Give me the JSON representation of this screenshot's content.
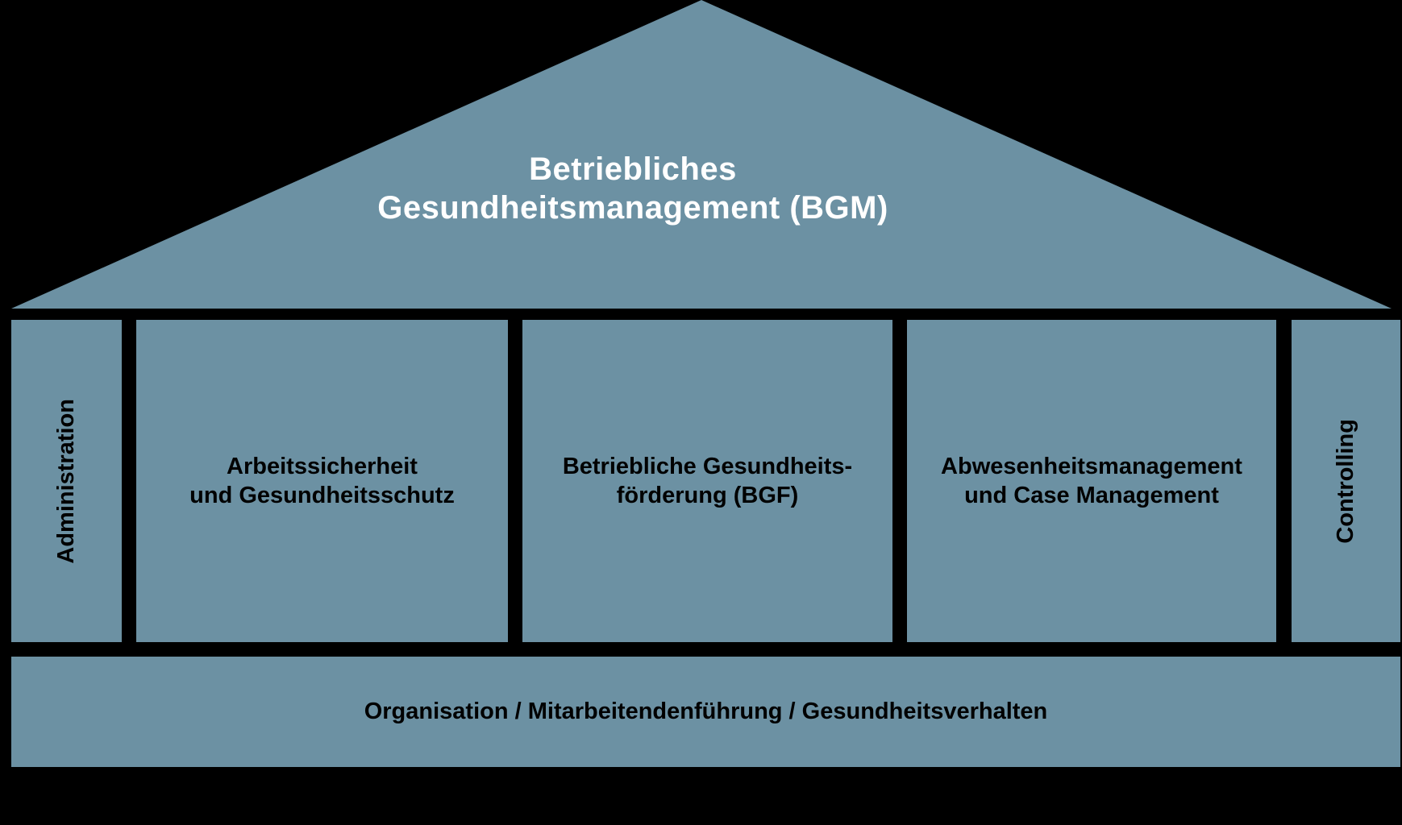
{
  "colors": {
    "background": "#000000",
    "block_fill": "#6C91A3",
    "roof_text": "#FFFFFF",
    "pillar_text": "#000000"
  },
  "roof": {
    "title_line1": "Betriebliches",
    "title_line2": "Gesundheitsmanagement (BGM)"
  },
  "pillars": {
    "left_vertical": {
      "label": "Administration"
    },
    "middle": [
      {
        "line1": "Arbeitssicherheit",
        "line2": "und Gesundheitsschutz"
      },
      {
        "line1": "Betriebliche Gesundheits-",
        "line2": "förderung (BGF)"
      },
      {
        "line1": "Abwesenheitsmanagement",
        "line2": "und Case Management"
      }
    ],
    "right_vertical": {
      "label": "Controlling"
    }
  },
  "base": {
    "label": "Organisation / Mitarbeitendenführung / Gesundheitsverhalten"
  }
}
